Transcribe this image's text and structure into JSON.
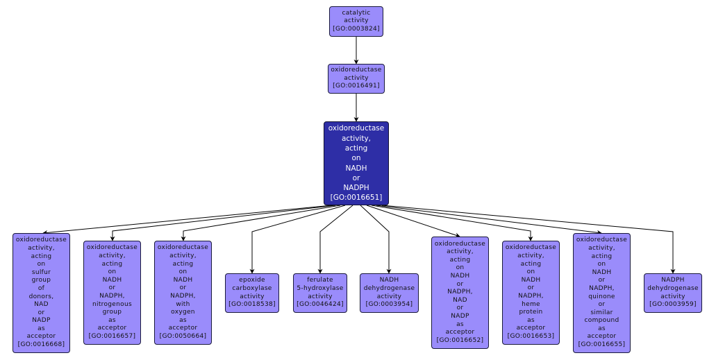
{
  "diagram": {
    "title": "GO term hierarchy",
    "colors": {
      "node": "#9a8cfb",
      "selected_node": "#2e2ea6",
      "edge": "#000000",
      "background": "#ffffff"
    },
    "nodes": [
      {
        "id": "GO:0003824",
        "lines": [
          "catalytic",
          "activity",
          "[GO:0003824]"
        ],
        "selected": false
      },
      {
        "id": "GO:0016491",
        "lines": [
          "oxidoreductase",
          "activity",
          "[GO:0016491]"
        ],
        "selected": false
      },
      {
        "id": "GO:0016651",
        "lines": [
          "oxidoreductase",
          "activity,",
          "acting",
          "on",
          "NADH",
          "or",
          "NADPH",
          "[GO:0016651]"
        ],
        "selected": true
      },
      {
        "id": "GO:0016668",
        "lines": [
          "oxidoreductase",
          "activity,",
          "acting",
          "on",
          "sulfur",
          "group",
          "of",
          "donors,",
          "NAD",
          "or",
          "NADP",
          "as",
          "acceptor",
          "[GO:0016668]"
        ],
        "selected": false
      },
      {
        "id": "GO:0016657",
        "lines": [
          "oxidoreductase",
          "activity,",
          "acting",
          "on",
          "NADH",
          "or",
          "NADPH,",
          "nitrogenous",
          "group",
          "as",
          "acceptor",
          "[GO:0016657]"
        ],
        "selected": false
      },
      {
        "id": "GO:0050664",
        "lines": [
          "oxidoreductase",
          "activity,",
          "acting",
          "on",
          "NADH",
          "or",
          "NADPH,",
          "with",
          "oxygen",
          "as",
          "acceptor",
          "[GO:0050664]"
        ],
        "selected": false
      },
      {
        "id": "GO:0018538",
        "lines": [
          "epoxide",
          "carboxylase",
          "activity",
          "[GO:0018538]"
        ],
        "selected": false
      },
      {
        "id": "GO:0046424",
        "lines": [
          "ferulate",
          "5-hydroxylase",
          "activity",
          "[GO:0046424]"
        ],
        "selected": false
      },
      {
        "id": "GO:0003954",
        "lines": [
          "NADH",
          "dehydrogenase",
          "activity",
          "[GO:0003954]"
        ],
        "selected": false
      },
      {
        "id": "GO:0016652",
        "lines": [
          "oxidoreductase",
          "activity,",
          "acting",
          "on",
          "NADH",
          "or",
          "NADPH,",
          "NAD",
          "or",
          "NADP",
          "as",
          "acceptor",
          "[GO:0016652]"
        ],
        "selected": false
      },
      {
        "id": "GO:0016653",
        "lines": [
          "oxidoreductase",
          "activity,",
          "acting",
          "on",
          "NADH",
          "or",
          "NADPH,",
          "heme",
          "protein",
          "as",
          "acceptor",
          "[GO:0016653]"
        ],
        "selected": false
      },
      {
        "id": "GO:0016655",
        "lines": [
          "oxidoreductase",
          "activity,",
          "acting",
          "on",
          "NADH",
          "or",
          "NADPH,",
          "quinone",
          "or",
          "similar",
          "compound",
          "as",
          "acceptor",
          "[GO:0016655]"
        ],
        "selected": false
      },
      {
        "id": "GO:0003959",
        "lines": [
          "NADPH",
          "dehydrogenase",
          "activity",
          "[GO:0003959]"
        ],
        "selected": false
      }
    ],
    "edges": [
      {
        "from": "GO:0003824",
        "to": "GO:0016491"
      },
      {
        "from": "GO:0016491",
        "to": "GO:0016651"
      },
      {
        "from": "GO:0016651",
        "to": "GO:0016668"
      },
      {
        "from": "GO:0016651",
        "to": "GO:0016657"
      },
      {
        "from": "GO:0016651",
        "to": "GO:0050664"
      },
      {
        "from": "GO:0016651",
        "to": "GO:0018538"
      },
      {
        "from": "GO:0016651",
        "to": "GO:0046424"
      },
      {
        "from": "GO:0016651",
        "to": "GO:0003954"
      },
      {
        "from": "GO:0016651",
        "to": "GO:0016652"
      },
      {
        "from": "GO:0016651",
        "to": "GO:0016653"
      },
      {
        "from": "GO:0016651",
        "to": "GO:0016655"
      },
      {
        "from": "GO:0016651",
        "to": "GO:0003959"
      }
    ]
  }
}
